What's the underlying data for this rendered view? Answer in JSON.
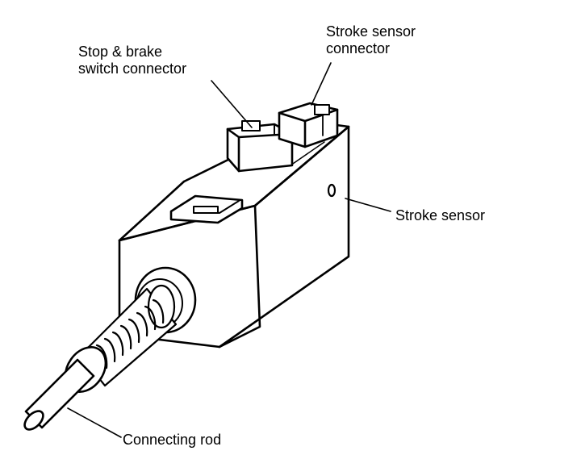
{
  "labels": {
    "stop_brake_line1": "Stop & brake",
    "stop_brake_line2": "switch connector",
    "stroke_connector_line1": "Stroke sensor",
    "stroke_connector_line2": "connector",
    "stroke_sensor": "Stroke sensor",
    "connecting_rod": "Connecting rod"
  },
  "colors": {
    "ink": "#000000",
    "paper": "#ffffff"
  }
}
